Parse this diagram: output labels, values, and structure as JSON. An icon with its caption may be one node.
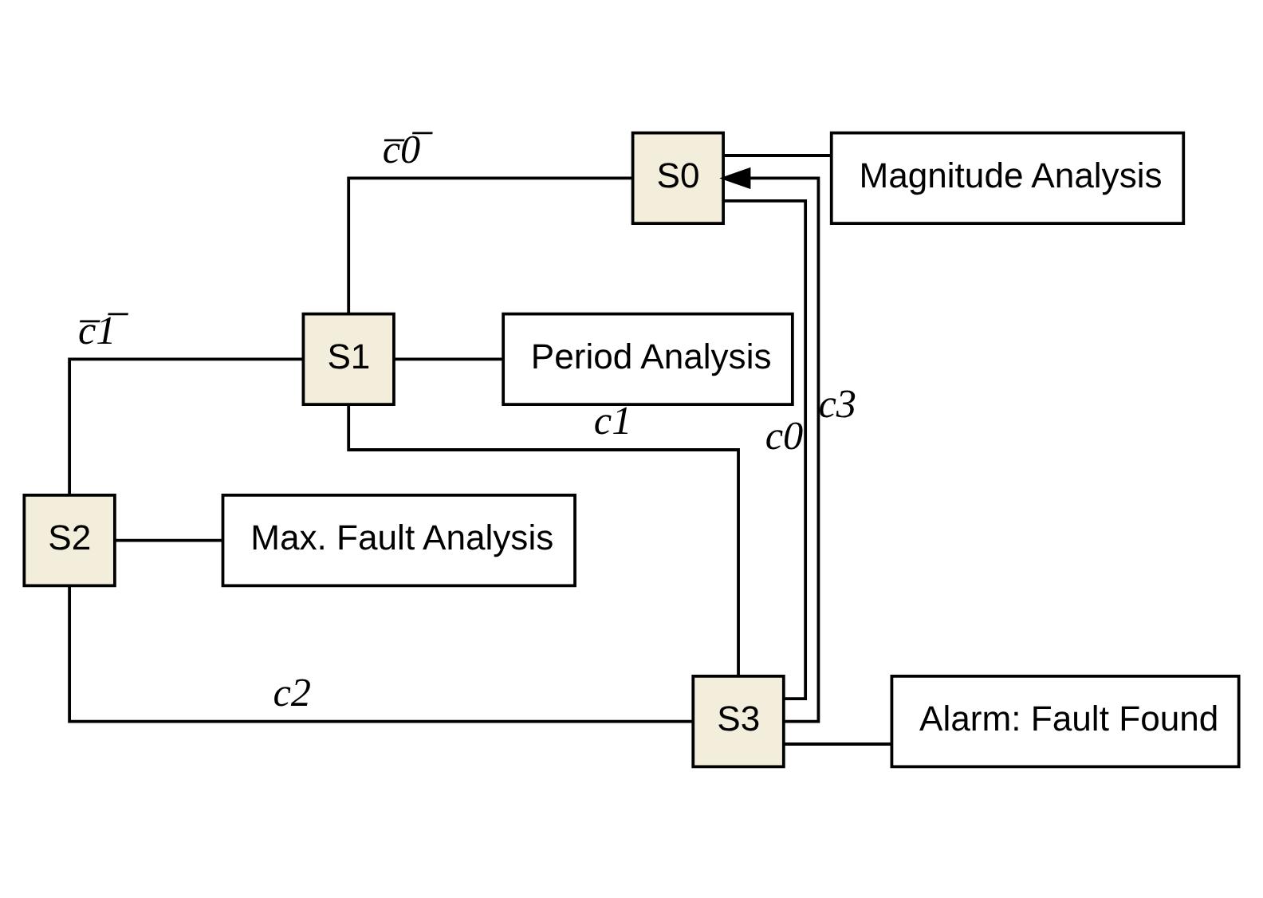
{
  "diagram": {
    "nodes": [
      {
        "text": [
          "S0"
        ]
      },
      {
        "text": [
          "Magnitude Analysis"
        ]
      },
      {
        "text": [
          "S1"
        ]
      },
      {
        "text": [
          "Period Analysis"
        ]
      },
      {
        "text": [
          "S2"
        ]
      },
      {
        "text": [
          "Max. Fault Analysis"
        ]
      },
      {
        "text": [
          "S3"
        ]
      },
      {
        "text": [
          "Alarm: Fault Found"
        ]
      }
    ],
    "edges": [
      {
        "from": 0,
        "to": 1,
        "arrow": "none"
      },
      {
        "from": 0,
        "to": 2,
        "arrow": "none",
        "label": "c̅0̅"
      },
      {
        "from": 2,
        "to": 3,
        "arrow": "none"
      },
      {
        "from": 2,
        "to": 4,
        "arrow": "none",
        "label": "c̅1̅"
      },
      {
        "from": 4,
        "to": 5,
        "arrow": "none"
      },
      {
        "from": 0,
        "to": 6,
        "arrow": "none",
        "label": "c0"
      },
      {
        "from": 2,
        "to": 6,
        "arrow": "none",
        "label": "c1"
      },
      {
        "from": 4,
        "to": 6,
        "arrow": "none",
        "label": "c2"
      },
      {
        "from": 6,
        "to": 7,
        "arrow": "none"
      },
      {
        "from": 6,
        "to": 0,
        "arrow": "to",
        "label": "c3"
      }
    ]
  }
}
